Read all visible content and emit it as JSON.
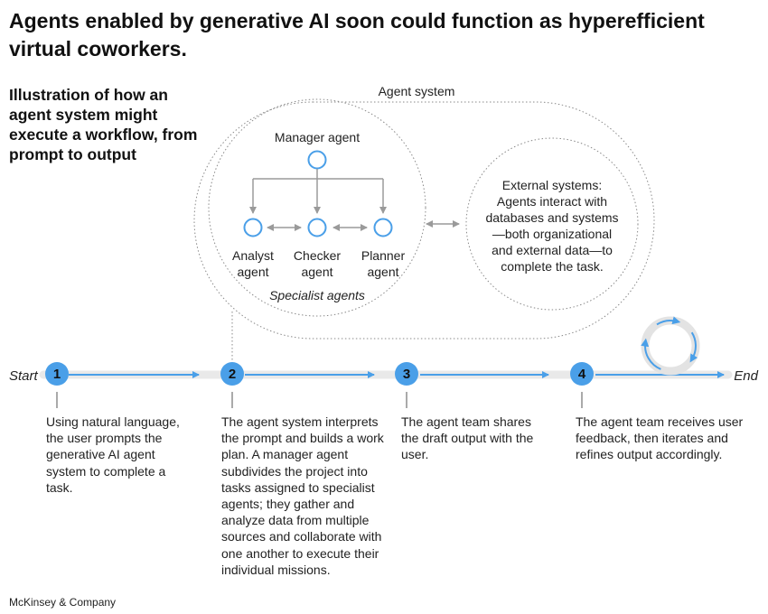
{
  "title": "Agents enabled by generative AI soon could function as hyperefficient virtual coworkers.",
  "subtitle": "Illustration of how an agent system might execute a workflow, from prompt to output",
  "agent_system": {
    "label": "Agent system",
    "manager": "Manager agent",
    "analyst": "Analyst agent",
    "checker": "Checker agent",
    "planner": "Planner agent",
    "specialists_caption": "Specialist agents",
    "external": "External systems: Agents interact with databases and systems—both organizational and external data—to complete the task."
  },
  "timeline": {
    "start": "Start",
    "end": "End",
    "steps": [
      {
        "number": "1",
        "text": "Using natural language, the user prompts the generative AI agent system to complete a task."
      },
      {
        "number": "2",
        "text": "The agent system interprets the prompt and builds a work plan. A manager agent subdivides the project into tasks assigned to specialist agents; they gather and analyze data from multiple sources and collaborate with one another to execute their individual missions."
      },
      {
        "number": "3",
        "text": "The agent team shares the draft output with the user."
      },
      {
        "number": "4",
        "text": "The agent team receives user feedback, then iterates and refines output accordingly."
      }
    ]
  },
  "footer": "McKinsey & Company",
  "colors": {
    "accent": "#4a9fe8",
    "track": "#e9e9e9",
    "connector": "#9a9a9a"
  }
}
